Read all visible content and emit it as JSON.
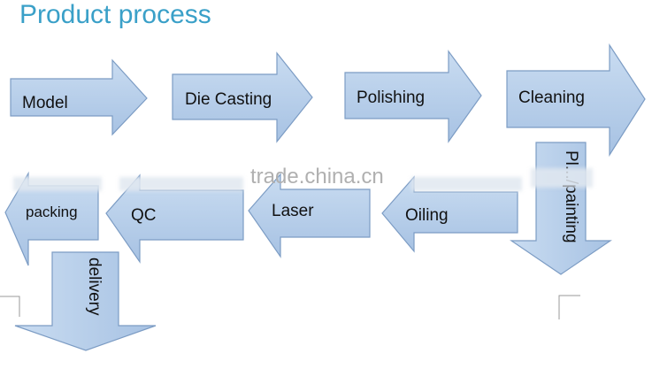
{
  "title": "Product process",
  "watermark": "trade.china.cn",
  "colors": {
    "title": "#3aa0c8",
    "arrow_fill_top": "#c7daf0",
    "arrow_fill_bottom": "#a9c4e4",
    "arrow_stroke": "#7c9cc4",
    "label": "#111111"
  },
  "steps": [
    {
      "label": "Model",
      "direction": "right"
    },
    {
      "label": "Die Casting",
      "direction": "right"
    },
    {
      "label": "Polishing",
      "direction": "right"
    },
    {
      "label": "Cleaning",
      "direction": "right"
    },
    {
      "label": "Pl.../painting",
      "direction": "down"
    },
    {
      "label": "Oiling",
      "direction": "left"
    },
    {
      "label": "Laser",
      "direction": "left"
    },
    {
      "label": "QC",
      "direction": "left"
    },
    {
      "label": "packing",
      "direction": "left"
    },
    {
      "label": "delivery",
      "direction": "down"
    }
  ]
}
